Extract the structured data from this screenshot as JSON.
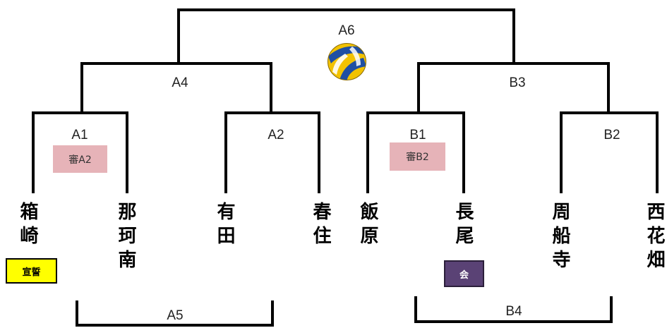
{
  "matches": {
    "a1": "A1",
    "a2": "A2",
    "a4": "A4",
    "a5": "A5",
    "a6": "A6",
    "b1": "B1",
    "b2": "B2",
    "b3": "B3",
    "b4": "B4"
  },
  "teams": {
    "t1": "箱崎",
    "t2": "那珂南",
    "t3": "有田",
    "t4": "春住",
    "t5": "飯原",
    "t6": "長尾",
    "t7": "周船寺",
    "t8": "西花畑"
  },
  "tags": {
    "referee_a2": "審A2",
    "referee_b2": "審B2",
    "oath": "宣誓",
    "kai": "会"
  },
  "colors": {
    "referee_tag": "#e6b3b8",
    "oath_tag": "#ffff00",
    "kai_tag": "#5a4275",
    "ball_yellow": "#f2c200",
    "ball_blue": "#1f4fa3"
  },
  "icons": {
    "ball": "volleyball-icon"
  }
}
